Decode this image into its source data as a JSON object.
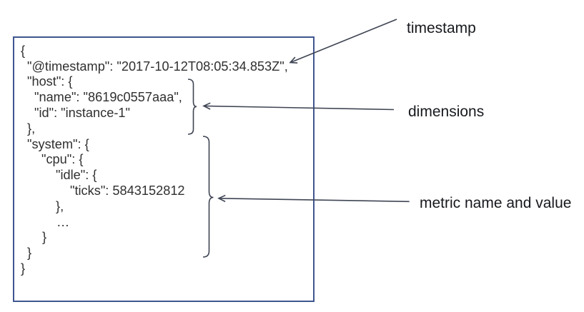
{
  "figure": {
    "background": "#ffffff",
    "box_border_color": "#3f568f",
    "code_text_color": "#303030",
    "annotation_color": "#3f4554",
    "label_color": "#17191e"
  },
  "code": {
    "lines": [
      {
        "indent": 9,
        "text": "{"
      },
      {
        "indent": 18,
        "text": "\"@timestamp\": \"2017-10-12T08:05:34.853Z\","
      },
      {
        "indent": 18,
        "text": "\"host\": {"
      },
      {
        "indent": 28,
        "text": "\"name\": \"8619c0557aaa\","
      },
      {
        "indent": 28,
        "text": "\"id\": \"instance-1\""
      },
      {
        "indent": 18,
        "text": "},"
      },
      {
        "indent": 18,
        "text": "\"system\": {"
      },
      {
        "indent": 38,
        "text": "\"cpu\": {"
      },
      {
        "indent": 58,
        "text": "\"idle\": {"
      },
      {
        "indent": 78,
        "text": "\"ticks\": 5843152812"
      },
      {
        "indent": 58,
        "text": "},"
      },
      {
        "indent": 59,
        "text": "…"
      },
      {
        "indent": 39,
        "text": "}"
      },
      {
        "indent": 18,
        "text": "}"
      },
      {
        "indent": 9,
        "text": "}"
      }
    ]
  },
  "annotations": [
    {
      "label": "timestamp"
    },
    {
      "label": "dimensions"
    },
    {
      "label": "metric name and value"
    }
  ]
}
